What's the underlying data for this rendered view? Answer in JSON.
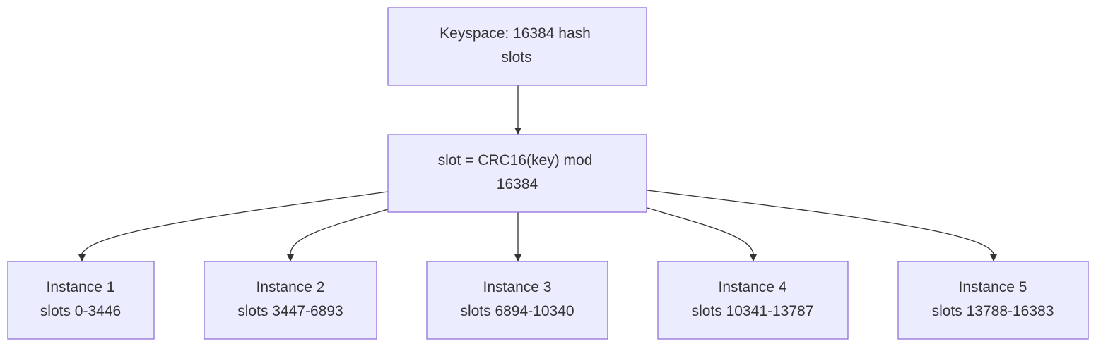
{
  "diagram": {
    "colors": {
      "node_fill": "#ECECFF",
      "node_border": "#9370DB",
      "edge": "#333333",
      "text": "#333333"
    },
    "nodes": {
      "keyspace": {
        "line1": "Keyspace: 16384 hash",
        "line2": "slots"
      },
      "hash": {
        "line1": "slot = CRC16(key) mod",
        "line2": "16384"
      },
      "instances": [
        {
          "line1": "Instance 1",
          "line2": "slots 0-3446"
        },
        {
          "line1": "Instance 2",
          "line2": "slots 3447-6893"
        },
        {
          "line1": "Instance 3",
          "line2": "slots 6894-10340"
        },
        {
          "line1": "Instance 4",
          "line2": "slots 10341-13787"
        },
        {
          "line1": "Instance 5",
          "line2": "slots 13788-16383"
        }
      ]
    },
    "edges": [
      {
        "from": "keyspace",
        "to": "hash"
      },
      {
        "from": "hash",
        "to": "instance-1"
      },
      {
        "from": "hash",
        "to": "instance-2"
      },
      {
        "from": "hash",
        "to": "instance-3"
      },
      {
        "from": "hash",
        "to": "instance-4"
      },
      {
        "from": "hash",
        "to": "instance-5"
      }
    ]
  }
}
